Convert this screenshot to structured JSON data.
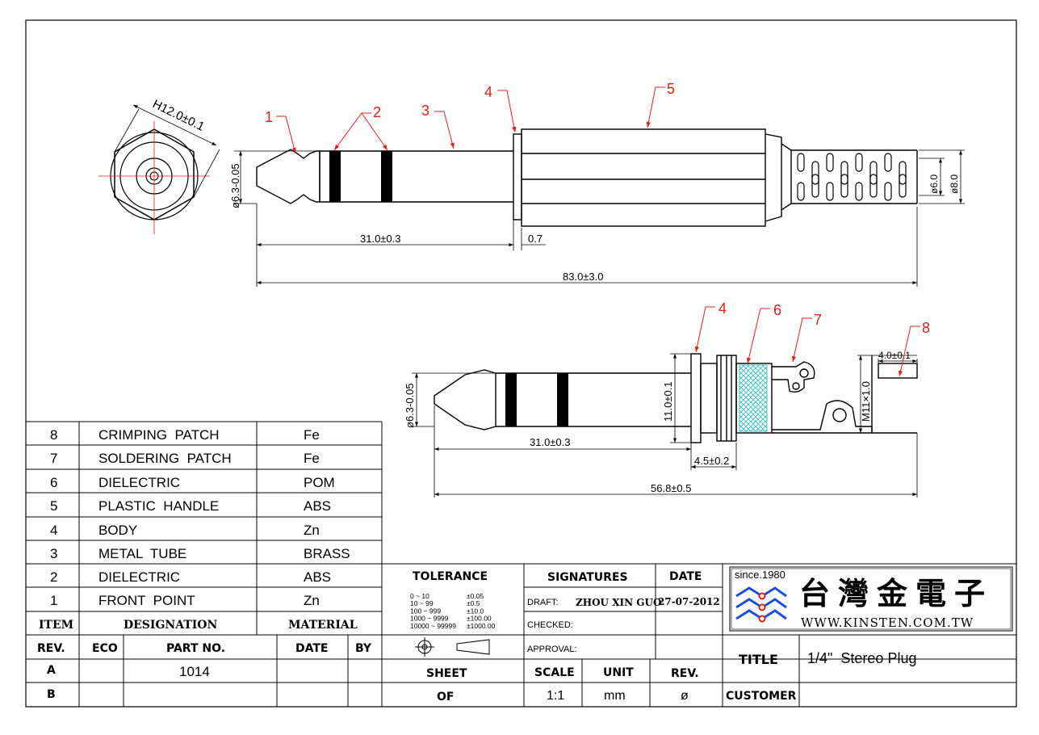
{
  "hex_dim": "H12.0±0.1",
  "callouts": {
    "c1": "1",
    "c2": "2",
    "c3": "3",
    "c4": "4",
    "c5": "5",
    "c4b": "4",
    "c6": "6",
    "c7": "7",
    "c8": "8"
  },
  "top_view": {
    "dia_left": "ø6.3-0.05",
    "dim_tip": "31.0±0.3",
    "dim_flange": "0.7",
    "dim_total": "83.0±3.0",
    "dia_cable_inner": "ø6.0",
    "dia_cable_outer": "ø8.0"
  },
  "section_view": {
    "dia_left": "ø6.3-0.05",
    "dim_body": "11.0±0.1",
    "dim_tip": "31.0±0.3",
    "dim_nut": "4.5±0.2",
    "dim_total": "56.8±0.5",
    "thread": "M11×1.0",
    "dim_patch": "4.0±0.1"
  },
  "parts_table": {
    "rows": [
      {
        "item": "8",
        "designation": "CRIMPING  PATCH",
        "material": "Fe"
      },
      {
        "item": "7",
        "designation": "SOLDERING  PATCH",
        "material": "Fe"
      },
      {
        "item": "6",
        "designation": "DIELECTRIC",
        "material": "POM"
      },
      {
        "item": "5",
        "designation": "PLASTIC  HANDLE",
        "material": "ABS"
      },
      {
        "item": "4",
        "designation": "BODY",
        "material": "Zn"
      },
      {
        "item": "3",
        "designation": "METAL  TUBE",
        "material": "BRASS"
      },
      {
        "item": "2",
        "designation": "DIELECTRIC",
        "material": "ABS"
      },
      {
        "item": "1",
        "designation": "FRONT  POINT",
        "material": "Zn"
      }
    ],
    "head_item": "ITEM",
    "head_designation": "DESIGNATION",
    "head_material": "MATERIAL"
  },
  "rev_table": {
    "head_rev": "REV.",
    "head_eco": "ECO",
    "head_part": "PART NO.",
    "head_date": "DATE",
    "head_by": "BY",
    "row_a_rev": "A",
    "row_a_part": "1014",
    "row_b_rev": "B"
  },
  "tolerance": {
    "title": "TOLERANCE",
    "ranges": [
      "0 ~ 10",
      "10 ~ 99",
      "100 ~ 999",
      "1000 ~ 9999",
      "10000 ~ 99999"
    ],
    "values": [
      "±0.05",
      "±0.5",
      "±10.0",
      "±100.00",
      "±1000.00"
    ]
  },
  "signatures": {
    "title": "SIGNATURES",
    "date_head": "DATE",
    "draft_label": "DRAFT:",
    "draft_name": "ZHOU XIN GUO",
    "draft_date": "27-07-2012",
    "checked_label": "CHECKED:",
    "approval_label": "APPROVAL:"
  },
  "sheet": {
    "sheet_label": "SHEET",
    "of_label": "OF",
    "scale_label": "SCALE",
    "scale_value": "1:1",
    "unit_label": "UNIT",
    "unit_value": "mm",
    "rev_label": "REV.",
    "rev_value": "ø"
  },
  "company": {
    "since": "since.1980",
    "name_cjk": "台灣金電子",
    "url": "WWW.KINSTEN.COM.TW",
    "logo_color": "#1a4fd0",
    "since_color": "#e0201c"
  },
  "title_block": {
    "title_label": "TITLE",
    "title_value": "1/4\"  Stereo Plug",
    "customer_label": "CUSTOMER"
  }
}
